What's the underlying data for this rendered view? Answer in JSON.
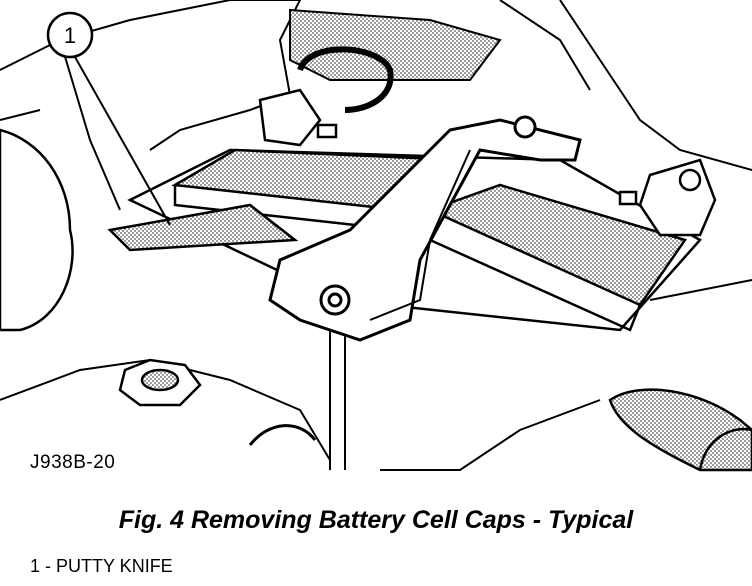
{
  "figure": {
    "callout_number": "1",
    "figure_code": "J938B-20",
    "caption": "Fig. 4 Removing Battery Cell Caps - Typical",
    "legend": [
      {
        "text": "1 - PUTTY KNIFE"
      }
    ],
    "colors": {
      "line": "#000000",
      "background": "#ffffff",
      "shade": "#8a8a8a"
    }
  }
}
